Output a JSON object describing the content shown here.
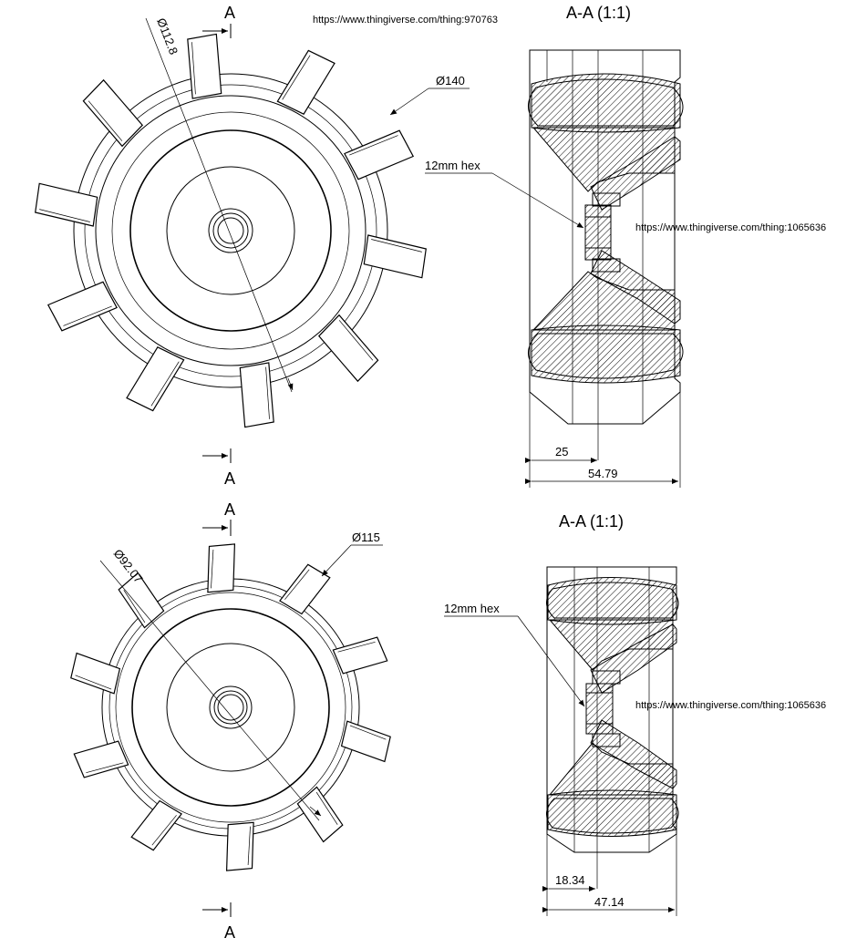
{
  "wheels": [
    {
      "source_url": "https://www.thingiverse.com/thing:970763",
      "inner_dim": "Ø112.8",
      "outer_dim": "Ø140",
      "section_mark_top": "A",
      "section_mark_bottom": "A",
      "paddle_count": 10
    },
    {
      "source_url": "",
      "inner_dim": "Ø92.07",
      "outer_dim": "Ø115",
      "section_mark_top": "A",
      "section_mark_bottom": "A",
      "paddle_count": 10
    }
  ],
  "sections": [
    {
      "title": "A-A (1:1)",
      "hex_label": "12mm hex",
      "source_url": "https://www.thingiverse.com/thing:1065636",
      "dim_offset": "25",
      "dim_width": "54.79"
    },
    {
      "title": "A-A (1:1)",
      "hex_label": "12mm hex",
      "source_url": "https://www.thingiverse.com/thing:1065636",
      "dim_offset": "18.34",
      "dim_width": "47.14"
    }
  ]
}
